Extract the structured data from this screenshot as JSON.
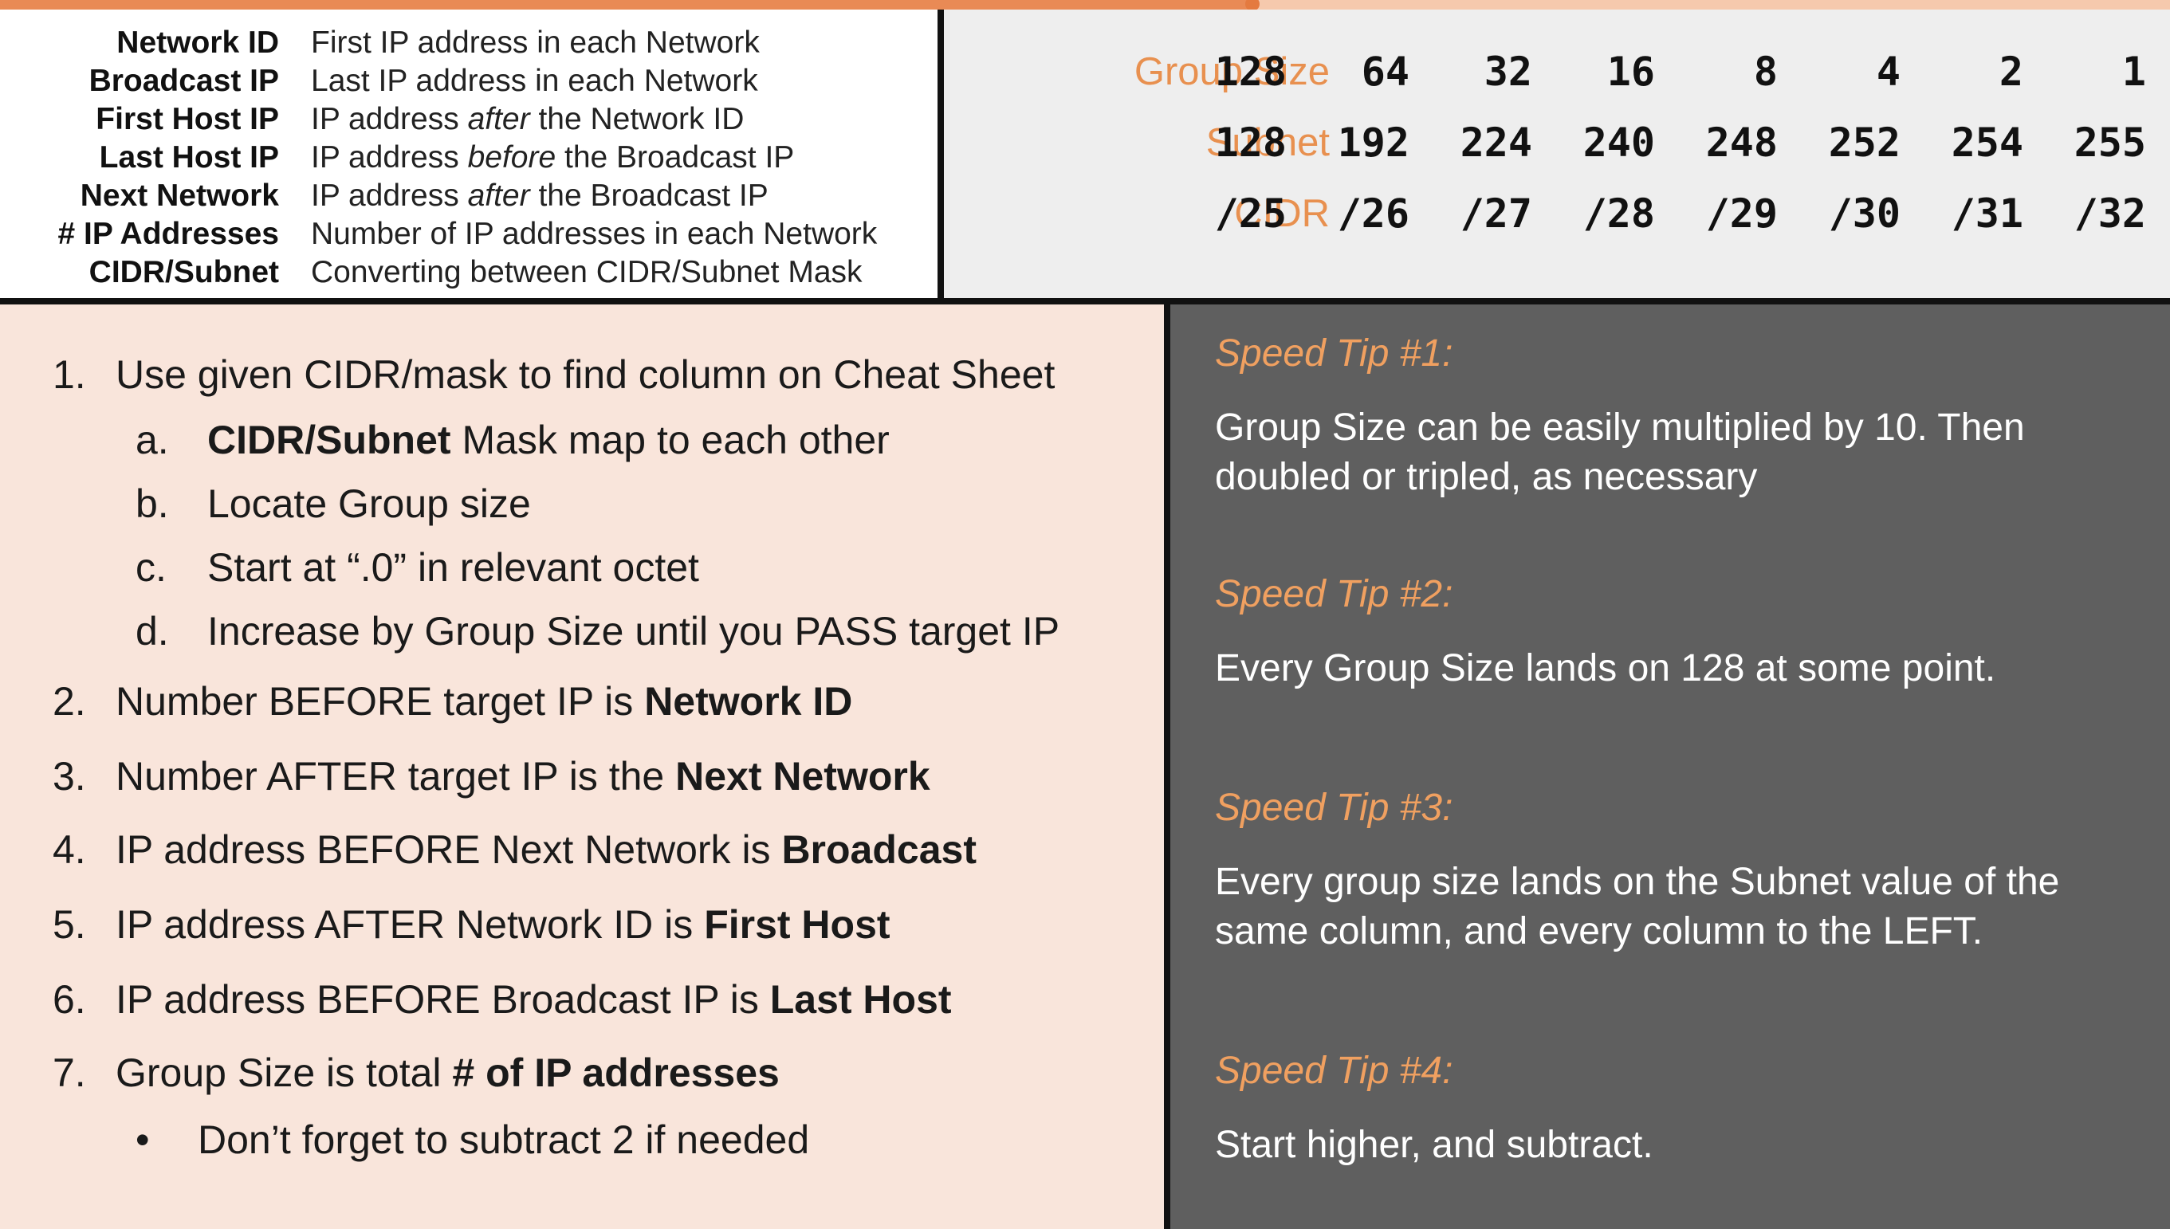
{
  "video_progress": {
    "percent": 57.7
  },
  "definitions": [
    {
      "term": "Network ID",
      "desc_parts": [
        [
          "First IP address in each Network",
          false
        ]
      ]
    },
    {
      "term": "Broadcast IP",
      "desc_parts": [
        [
          "Last IP address in each Network",
          false
        ]
      ]
    },
    {
      "term": "First Host IP",
      "desc_parts": [
        [
          "IP address ",
          false
        ],
        [
          "after",
          true
        ],
        [
          " the Network ID",
          false
        ]
      ]
    },
    {
      "term": "Last Host IP",
      "desc_parts": [
        [
          "IP address ",
          false
        ],
        [
          "before",
          true
        ],
        [
          " the Broadcast IP",
          false
        ]
      ]
    },
    {
      "term": "Next Network",
      "desc_parts": [
        [
          "IP address ",
          false
        ],
        [
          "after",
          true
        ],
        [
          " the Broadcast IP",
          false
        ]
      ]
    },
    {
      "term": "# IP Addresses",
      "desc_parts": [
        [
          "Number of IP addresses in each Network",
          false
        ]
      ]
    },
    {
      "term": "CIDR/Subnet",
      "desc_parts": [
        [
          "Converting between CIDR/Subnet Mask",
          false
        ]
      ]
    }
  ],
  "cheat_sheet": {
    "rows": [
      {
        "label": "Group Size",
        "values": [
          "128",
          "64",
          "32",
          "16",
          "8",
          "4",
          "2",
          "1"
        ]
      },
      {
        "label": "Subnet",
        "values": [
          "128",
          "192",
          "224",
          "240",
          "248",
          "252",
          "254",
          "255"
        ]
      },
      {
        "label": "CIDR",
        "values": [
          "/25",
          "/26",
          "/27",
          "/28",
          "/29",
          "/30",
          "/31",
          "/32"
        ]
      }
    ]
  },
  "steps": [
    {
      "marker": "1.",
      "level": 0,
      "parts": [
        [
          "Use given CIDR/mask to find column on Cheat Sheet",
          false
        ]
      ]
    },
    {
      "marker": "a.",
      "level": 1,
      "parts": [
        [
          "CIDR/Subnet",
          true
        ],
        [
          " Mask map to each other",
          false
        ]
      ]
    },
    {
      "marker": "b.",
      "level": 1,
      "parts": [
        [
          "Locate Group size",
          false
        ]
      ]
    },
    {
      "marker": "c.",
      "level": 1,
      "parts": [
        [
          "Start at “.0” in relevant octet",
          false
        ]
      ]
    },
    {
      "marker": "d.",
      "level": 1,
      "parts": [
        [
          "Increase by Group Size until you PASS target IP",
          false
        ]
      ]
    },
    {
      "marker": "2.",
      "level": 0,
      "parts": [
        [
          "Number BEFORE target IP is ",
          false
        ],
        [
          "Network ID",
          true
        ]
      ]
    },
    {
      "marker": "3.",
      "level": 0,
      "parts": [
        [
          "Number AFTER target IP is the ",
          false
        ],
        [
          "Next Network",
          true
        ]
      ]
    },
    {
      "marker": "4.",
      "level": 0,
      "parts": [
        [
          "IP address BEFORE Next Network is ",
          false
        ],
        [
          "Broadcast",
          true
        ]
      ]
    },
    {
      "marker": "5.",
      "level": 0,
      "parts": [
        [
          "IP address AFTER Network ID is ",
          false
        ],
        [
          "First Host",
          true
        ]
      ]
    },
    {
      "marker": "6.",
      "level": 0,
      "parts": [
        [
          "IP address BEFORE Broadcast IP is ",
          false
        ],
        [
          "Last Host",
          true
        ]
      ]
    },
    {
      "marker": "7.",
      "level": 0,
      "parts": [
        [
          "Group Size is total ",
          false
        ],
        [
          "# of IP addresses",
          true
        ]
      ]
    },
    {
      "marker": "•",
      "level": 2,
      "parts": [
        [
          "Don’t forget to subtract 2 if needed",
          false
        ]
      ]
    }
  ],
  "tips": [
    {
      "title": "Speed Tip #1:",
      "body": "Group Size can be easily multiplied by 10. Then doubled or tripled, as necessary"
    },
    {
      "title": "Speed Tip #2:",
      "body": "Every Group Size lands on 128 at some point."
    },
    {
      "title": "Speed Tip #3:",
      "body": "Every group size lands on the Subnet value of the same column, and every column to the LEFT."
    },
    {
      "title": "Speed Tip #4:",
      "body": "Start higher, and subtract."
    }
  ]
}
